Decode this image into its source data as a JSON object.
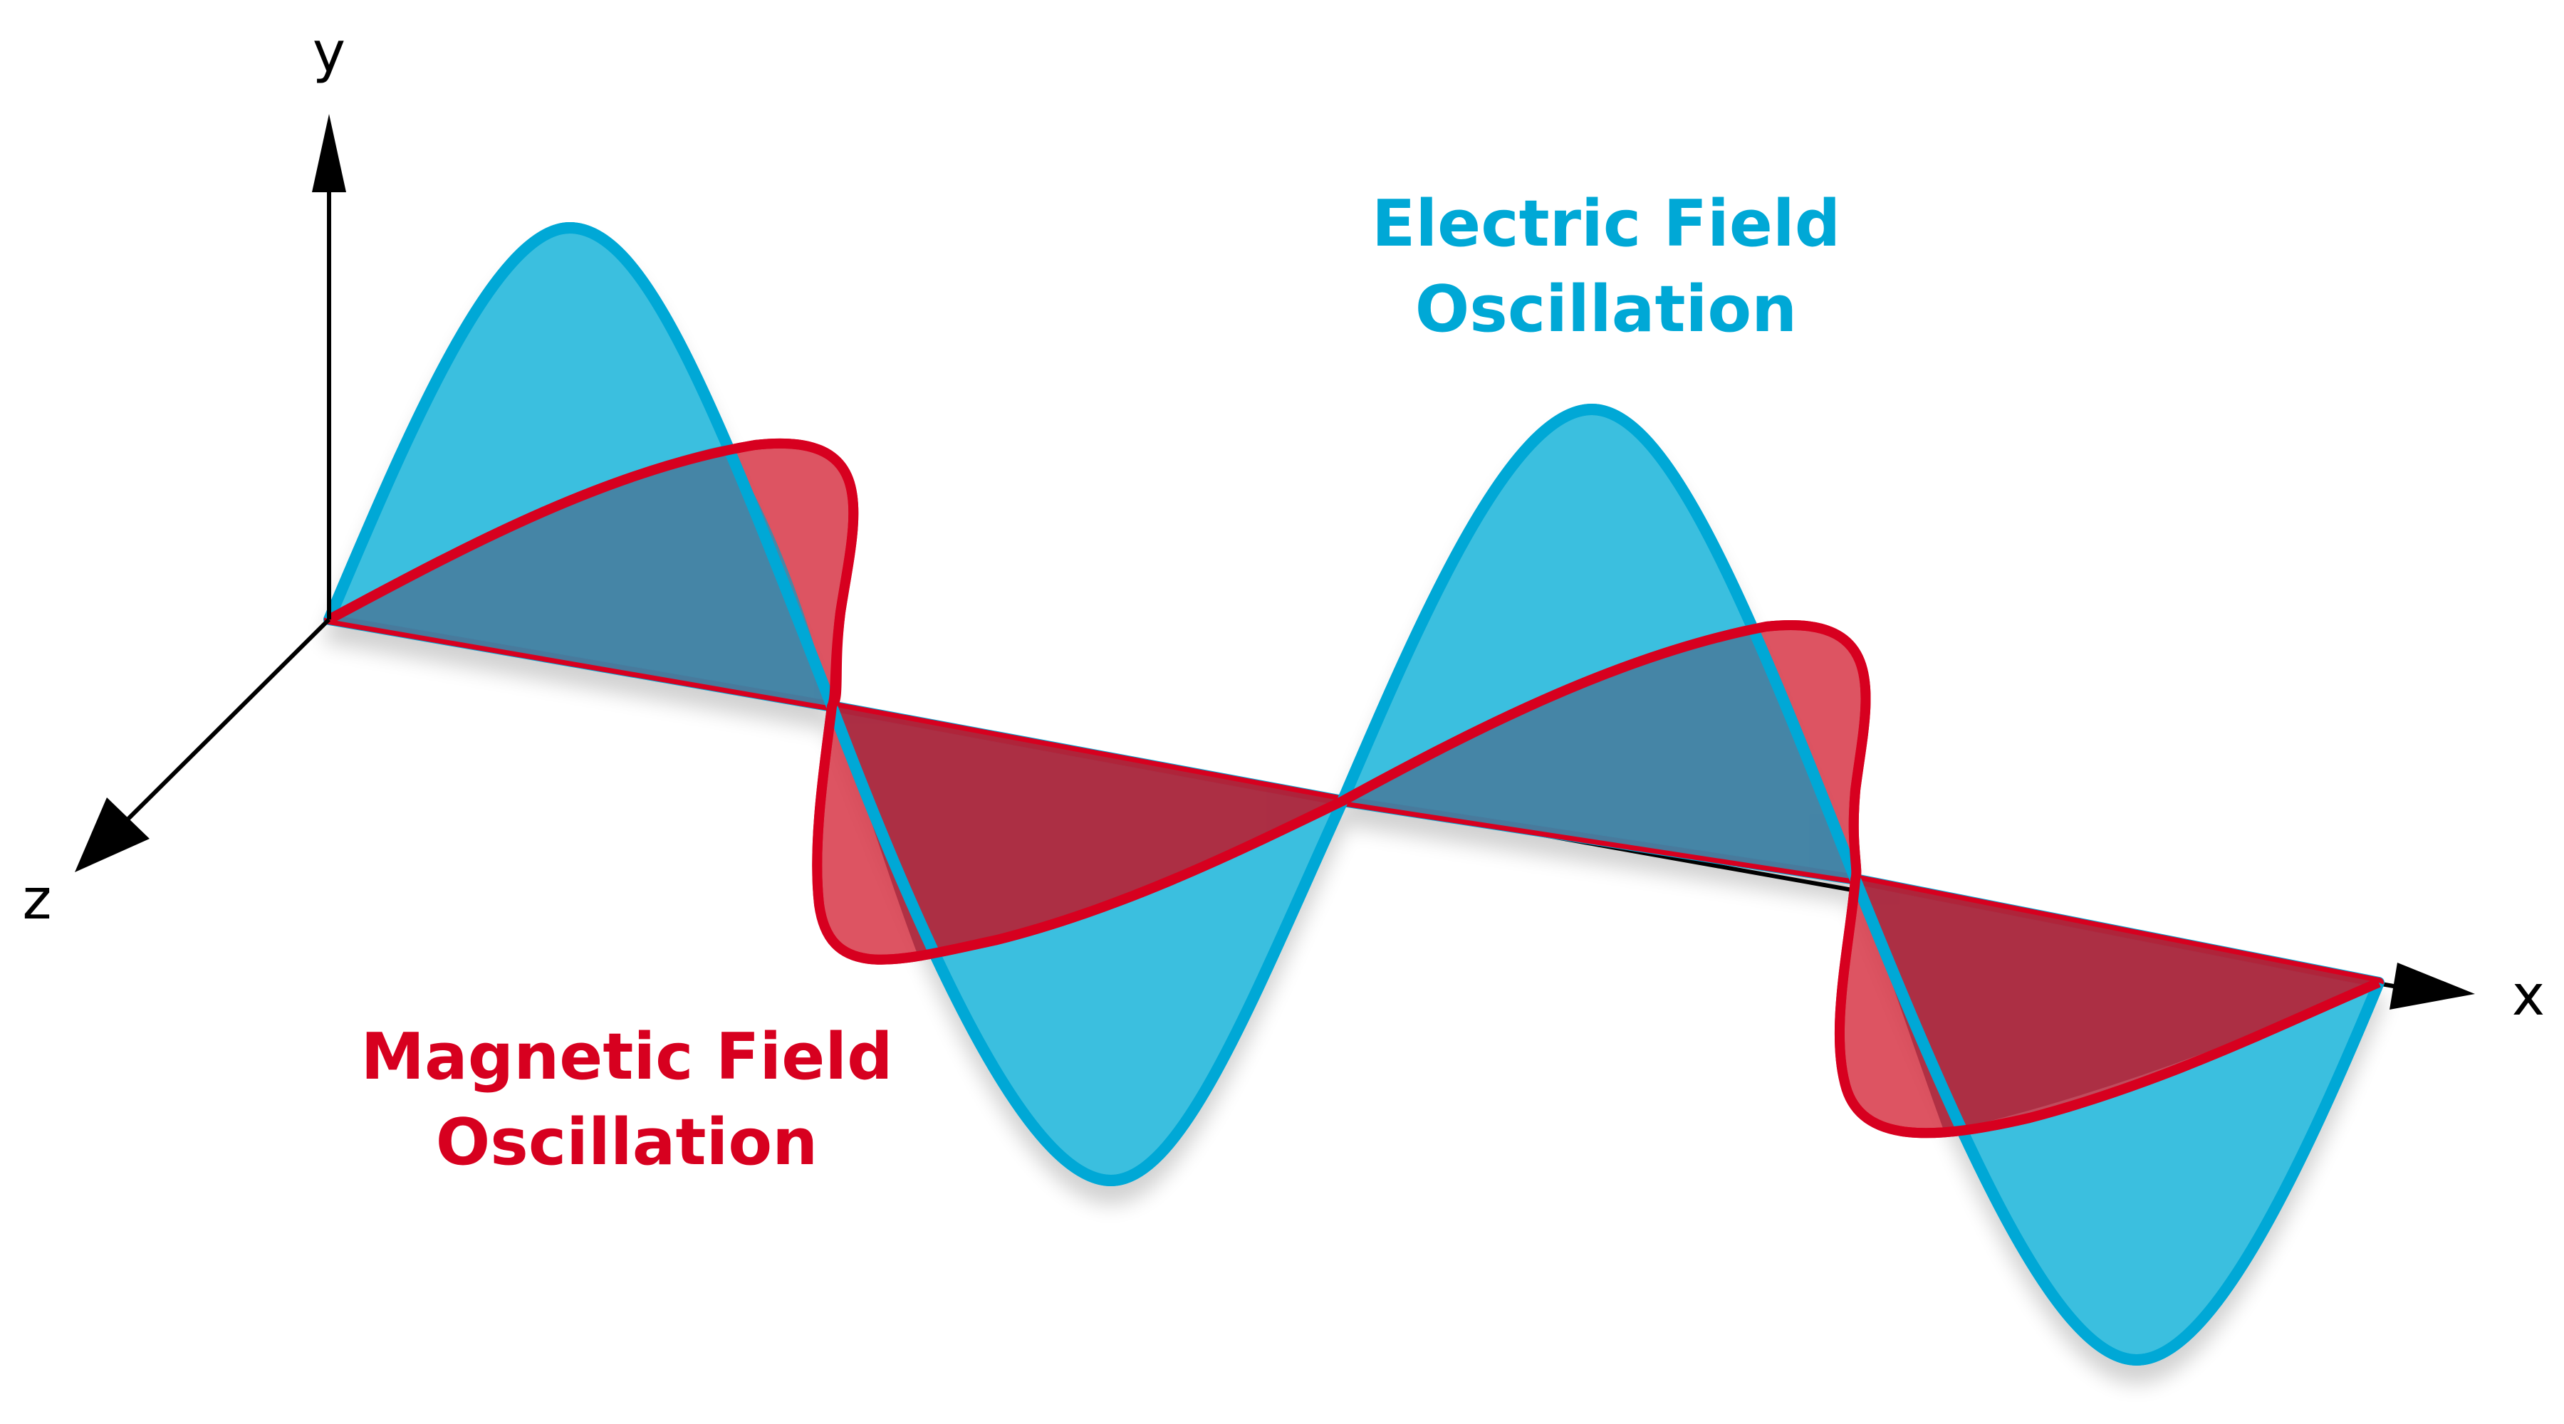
{
  "axes": {
    "x_label": "x",
    "y_label": "y",
    "z_label": "z"
  },
  "electric_field": {
    "label_line1": "Electric Field",
    "label_line2": "Oscillation",
    "stroke_color": "#00a8d6",
    "fill_color": "#3bbfdf"
  },
  "magnetic_field": {
    "label_line1": "Magnetic Field",
    "label_line2": "Oscillation",
    "stroke_color": "#d7001f",
    "fill_color": "#d73647"
  },
  "overlap_color": "#2f8fb3",
  "axis_color": "#000000"
}
